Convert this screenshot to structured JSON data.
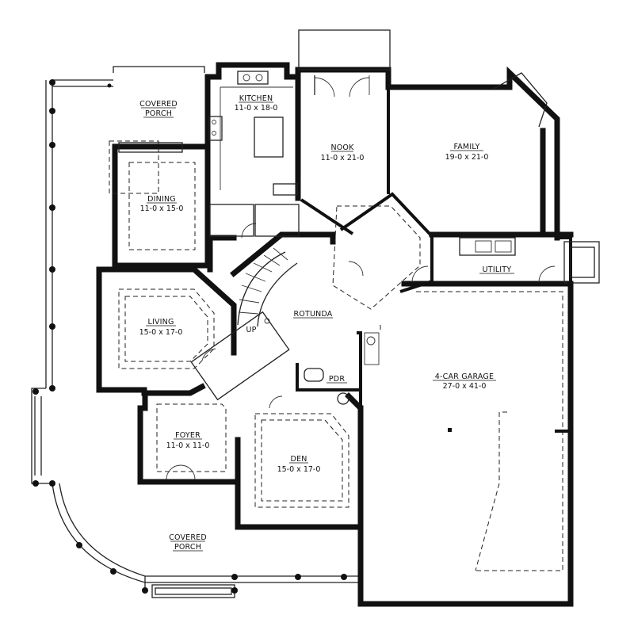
{
  "rooms": {
    "covered_porch_top": {
      "name": "COVERED",
      "name2": "PORCH"
    },
    "kitchen": {
      "name": "KITCHEN",
      "dim": "11-0 x 18-0"
    },
    "nook": {
      "name": "NOOK",
      "dim": "11-0 x 21-0"
    },
    "family": {
      "name": "FAMILY",
      "dim": "19-0 x 21-0"
    },
    "dining": {
      "name": "DINING",
      "dim": "11-0 x 15-0"
    },
    "utility": {
      "name": "UTILITY"
    },
    "rotunda": {
      "name": "ROTUNDA"
    },
    "living": {
      "name": "LIVING",
      "dim": "15-0 x 17-0"
    },
    "stairs": {
      "label": "UP"
    },
    "pdr": {
      "name": "PDR"
    },
    "garage": {
      "name": "4-CAR GARAGE",
      "dim": "27-0 x 41-0"
    },
    "foyer": {
      "name": "FOYER",
      "dim": "11-0 x 11-0"
    },
    "den": {
      "name": "DEN",
      "dim": "15-0 x 17-0"
    },
    "covered_porch_bottom": {
      "name": "COVERED",
      "name2": "PORCH"
    }
  }
}
